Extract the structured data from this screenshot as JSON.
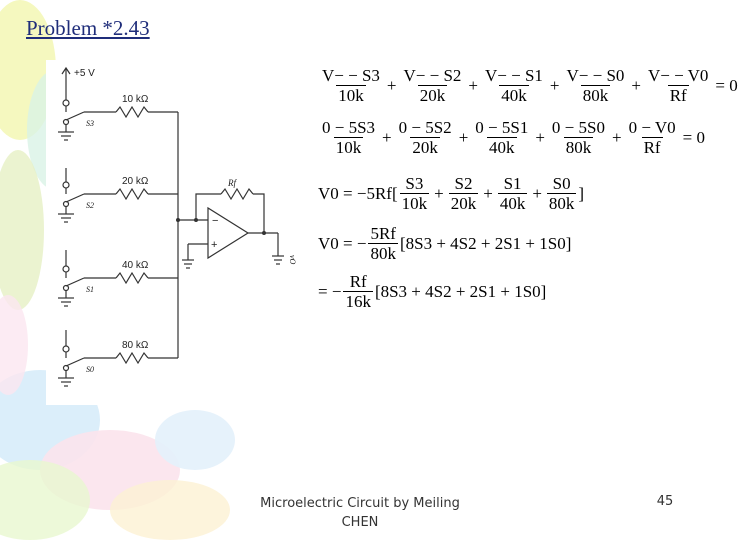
{
  "slide": {
    "title": "Problem *2.43",
    "footer": "Microelectric Circuit by Meiling CHEN",
    "page_number": "45"
  },
  "circuit": {
    "supply_label": "+5 V",
    "resistors": [
      "10 kΩ",
      "20 kΩ",
      "40 kΩ",
      "80 kΩ"
    ],
    "switches": [
      "S3",
      "S2",
      "S1",
      "S0"
    ],
    "feedback_label": "Rf",
    "output_label": "vO",
    "opamp_minus": "−",
    "opamp_plus": "+"
  },
  "equations": {
    "eq1": {
      "terms": [
        {
          "num": "V− − S3",
          "den": "10k"
        },
        {
          "num": "V− − S2",
          "den": "20k"
        },
        {
          "num": "V− − S1",
          "den": "40k"
        },
        {
          "num": "V− − S0",
          "den": "80k"
        },
        {
          "num": "V− − V0",
          "den": "Rf"
        }
      ],
      "rhs": "= 0"
    },
    "eq2": {
      "terms": [
        {
          "num": "0 − 5S3",
          "den": "10k"
        },
        {
          "num": "0 − 5S2",
          "den": "20k"
        },
        {
          "num": "0 − 5S1",
          "den": "40k"
        },
        {
          "num": "0 − 5S0",
          "den": "80k"
        },
        {
          "num": "0 − V0",
          "den": "Rf"
        }
      ],
      "rhs": "= 0"
    },
    "eq3": {
      "lhs": "V0 = −5Rf[",
      "terms": [
        {
          "num": "S3",
          "den": "10k"
        },
        {
          "num": "S2",
          "den": "20k"
        },
        {
          "num": "S1",
          "den": "40k"
        },
        {
          "num": "S0",
          "den": "80k"
        }
      ],
      "rhs": "]"
    },
    "eq4": {
      "lhs": "V0 = −",
      "frac": {
        "num": "5Rf",
        "den": "80k"
      },
      "rhs": "[8S3 + 4S2 + 2S1 + 1S0]"
    },
    "eq5": {
      "lhs": "= −",
      "frac": {
        "num": "Rf",
        "den": "16k"
      },
      "rhs": "[8S3 + 4S2 + 2S1 + 1S0]"
    }
  }
}
